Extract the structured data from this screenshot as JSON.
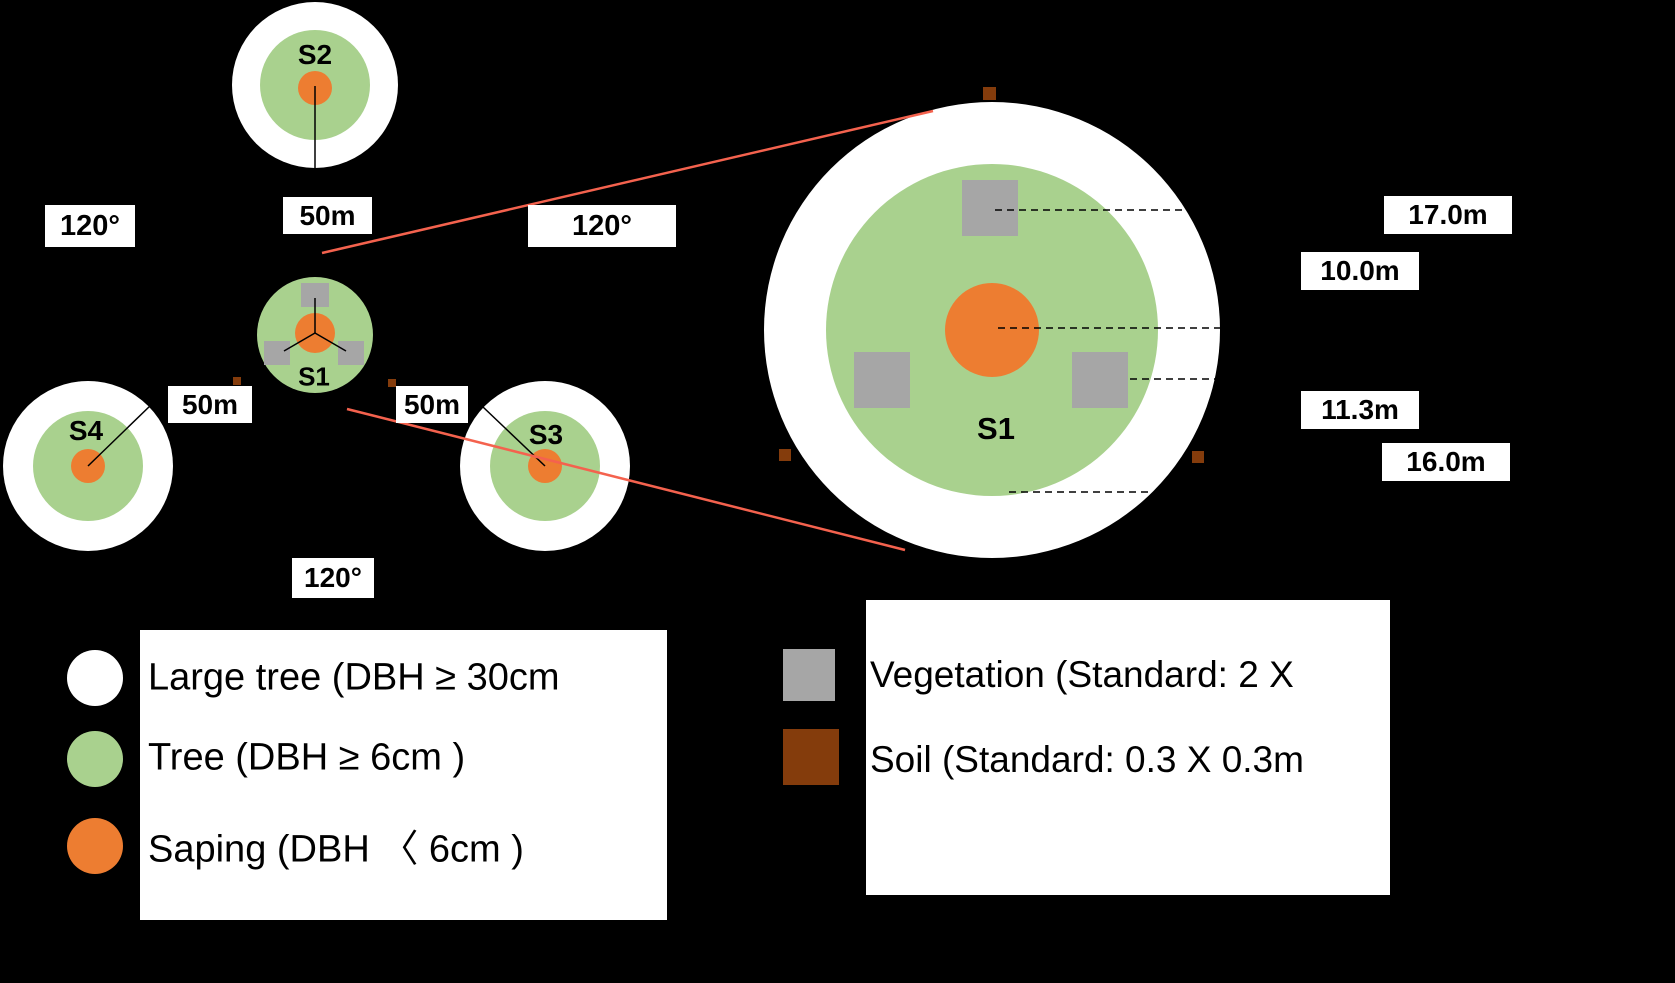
{
  "colors": {
    "background": "#000000",
    "large_tree_ring": "#FFFFFF",
    "tree_ring": "#A9D18E",
    "sapling": "#ED7D31",
    "vegetation": "#A6A6A6",
    "soil": "#843C0C",
    "zoom_connector": "#F4624E"
  },
  "plots": {
    "s1": {
      "label": "S1"
    },
    "s2": {
      "label": "S2"
    },
    "s3": {
      "label": "S3"
    },
    "s4": {
      "label": "S4"
    },
    "s1_zoomed": {
      "label": "S1"
    }
  },
  "labels": {
    "angle_top_left": "120°",
    "angle_top_mid": "120°",
    "angle_bottom": "120°",
    "dist_s2": "50m",
    "dist_s4": "50m",
    "dist_s3": "50m",
    "m_17": "17.0m",
    "m_10": "10.0m",
    "m_11": "11.3m",
    "m_16": "16.0m"
  },
  "legend_left": [
    {
      "swatch": "large-tree-circle",
      "label": "Large tree (DBH ≥ 30cm"
    },
    {
      "swatch": "tree-circle",
      "label": "Tree (DBH ≥ 6cm )"
    },
    {
      "swatch": "sapling-circle",
      "label": "Saping (DBH 〈 6cm )"
    }
  ],
  "legend_right": [
    {
      "swatch": "vegetation-square",
      "label": "Vegetation (Standard: 2 X"
    },
    {
      "swatch": "soil-square",
      "label": "Soil (Standard: 0.3 X 0.3m"
    }
  ]
}
